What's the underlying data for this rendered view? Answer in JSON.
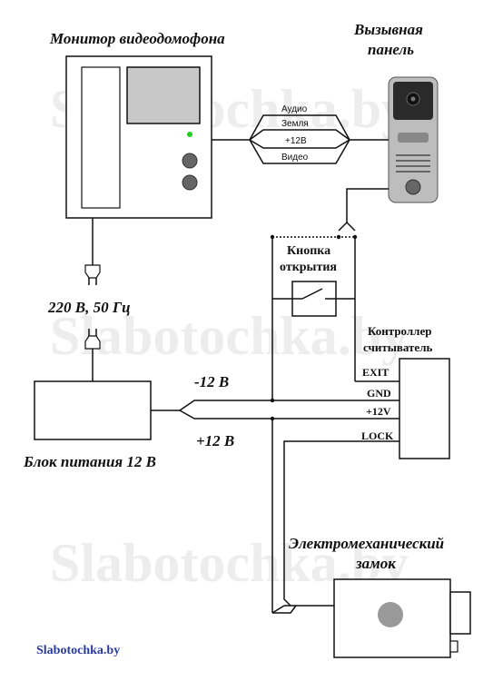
{
  "titles": {
    "monitor": "Монитор видеодомофона",
    "call_panel_line1": "Вызывная",
    "call_panel_line2": "панель",
    "power_supply": "Блок питания 12 В",
    "lock_line1": "Электромеханический",
    "lock_line2": "замок"
  },
  "cable_labels": [
    "Аудио",
    "Земля",
    "+12В",
    "Видео"
  ],
  "mains_label": "220 В, 50 Гц",
  "button": {
    "line1": "Кнопка",
    "line2": "открытия"
  },
  "controller": {
    "line1": "Контроллер",
    "line2": "считыватель",
    "pins": [
      "EXIT",
      "GND",
      "+12V",
      "LOCK"
    ]
  },
  "voltage_labels": {
    "neg": "-12 В",
    "pos": "+12 В"
  },
  "watermark": "Slabotochka.by",
  "footer_link": "Slabotochka.by",
  "colors": {
    "led": "#22cc22",
    "link": "#2b3aa0",
    "line": "#111111"
  }
}
